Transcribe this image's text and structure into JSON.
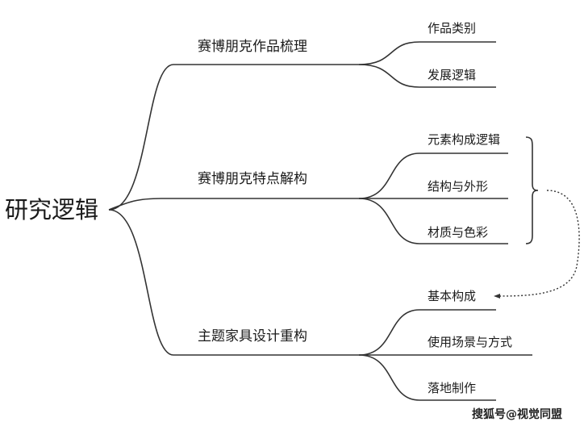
{
  "root": "研究逻辑",
  "branches": [
    {
      "label": "赛博朋克作品梳理",
      "leaves": [
        "作品类别",
        "发展逻辑"
      ]
    },
    {
      "label": "赛博朋克特点解构",
      "leaves": [
        "元素构成逻辑",
        "结构与外形",
        "材质与色彩"
      ]
    },
    {
      "label": "主题家具设计重构",
      "leaves": [
        "基本构成",
        "使用场景与方式",
        "落地制作"
      ]
    }
  ],
  "watermark": "搜狐号@视觉同盟"
}
